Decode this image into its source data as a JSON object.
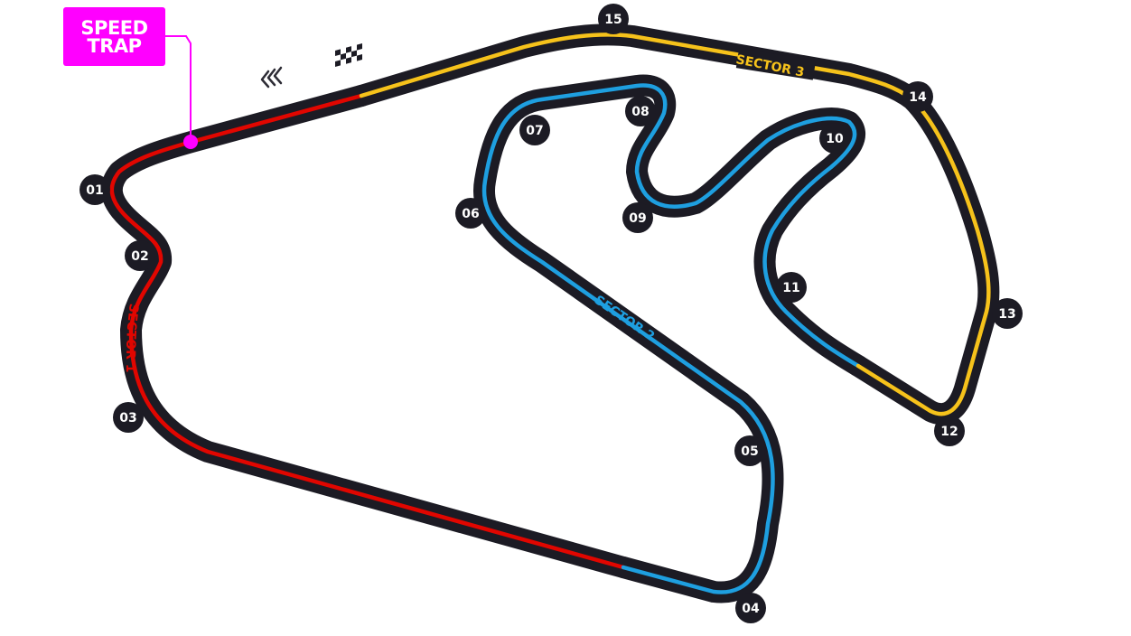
{
  "speed_trap": {
    "line1": "SPEED",
    "line2": "TRAP"
  },
  "colors": {
    "track": "#1c1b24",
    "sector1": "#e10600",
    "sector2": "#1e9fe0",
    "sector3": "#f6c21b",
    "speed_trap": "#ff00ff"
  },
  "icons": {
    "direction": "double-chevron-left-icon",
    "finish": "checkered-flag-icon"
  },
  "sectors": [
    {
      "id": "sector1",
      "label": "SECTOR 1"
    },
    {
      "id": "sector2",
      "label": "SECTOR 2"
    },
    {
      "id": "sector3",
      "label": "SECTOR 3"
    }
  ],
  "turns": [
    "01",
    "02",
    "03",
    "04",
    "05",
    "06",
    "07",
    "08",
    "09",
    "10",
    "11",
    "12",
    "13",
    "14",
    "15"
  ]
}
